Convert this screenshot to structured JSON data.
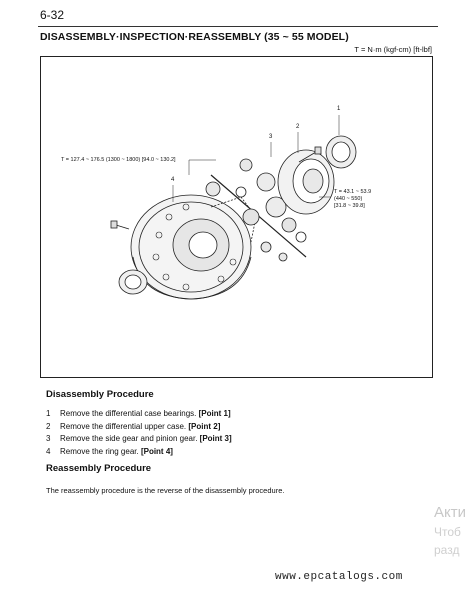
{
  "page": {
    "number": "6-32",
    "title": "DISASSEMBLY·INSPECTION·REASSEMBLY (35 ~ 55 MODEL)",
    "torque_units": "T = N·m (kgf-cm) [ft-lbf]"
  },
  "diagram": {
    "torque_left": "T = 127.4 ~ 176.5 (1300 ~ 1800) [94.0 ~ 130.2]",
    "torque_right": [
      "T = 43.1 ~ 53.9",
      "(440 ~ 550)",
      "[31.8 ~ 39.8]"
    ],
    "part_numbers": [
      "1",
      "2",
      "3",
      "4"
    ]
  },
  "disassembly": {
    "heading": "Disassembly Procedure",
    "steps": [
      {
        "num": "1",
        "text": "Remove the differential case bearings. ",
        "point": "[Point 1]"
      },
      {
        "num": "2",
        "text": "Remove the differential upper case. ",
        "point": "[Point 2]"
      },
      {
        "num": "3",
        "text": "Remove the side gear and pinion gear. ",
        "point": "[Point 3]"
      },
      {
        "num": "4",
        "text": "Remove the ring gear. ",
        "point": "[Point 4]"
      }
    ]
  },
  "reassembly": {
    "heading": "Reassembly Procedure",
    "text": "The reassembly procedure is the reverse of the disassembly procedure."
  },
  "footer": {
    "site": "www.epcatalogs.com",
    "activation_title": "Акти",
    "activation_line1": "Чтоб",
    "activation_line2": "разд"
  }
}
